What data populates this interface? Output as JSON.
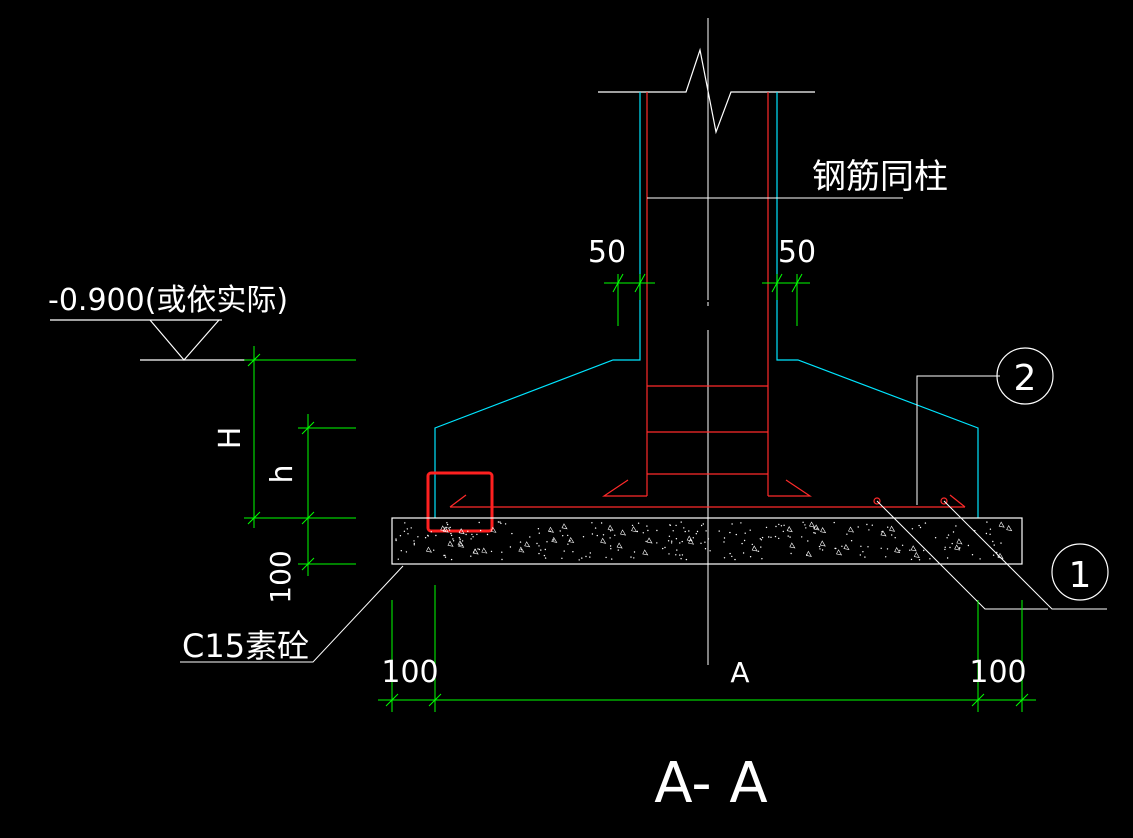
{
  "drawing": {
    "section_title": "A- A",
    "labels": {
      "rebar_note": "钢筋同柱",
      "elevation": "-0.900(或依实际)",
      "concrete": "C15素砼",
      "center_mark": "A"
    },
    "dimensions": {
      "cover_left": "50",
      "cover_right": "50",
      "height_total": "H",
      "height_edge": "h",
      "pad_thickness": "100",
      "offset_left": "100",
      "offset_right": "100"
    },
    "callouts": {
      "bar_1": "1",
      "bar_2": "2"
    }
  },
  "colors": {
    "background": "#000000",
    "outline": "#00e5ff",
    "rebar": "#ff2a2a",
    "dimension": "#00ff00",
    "linework": "#ffffff",
    "highlight": "#ff2020"
  }
}
